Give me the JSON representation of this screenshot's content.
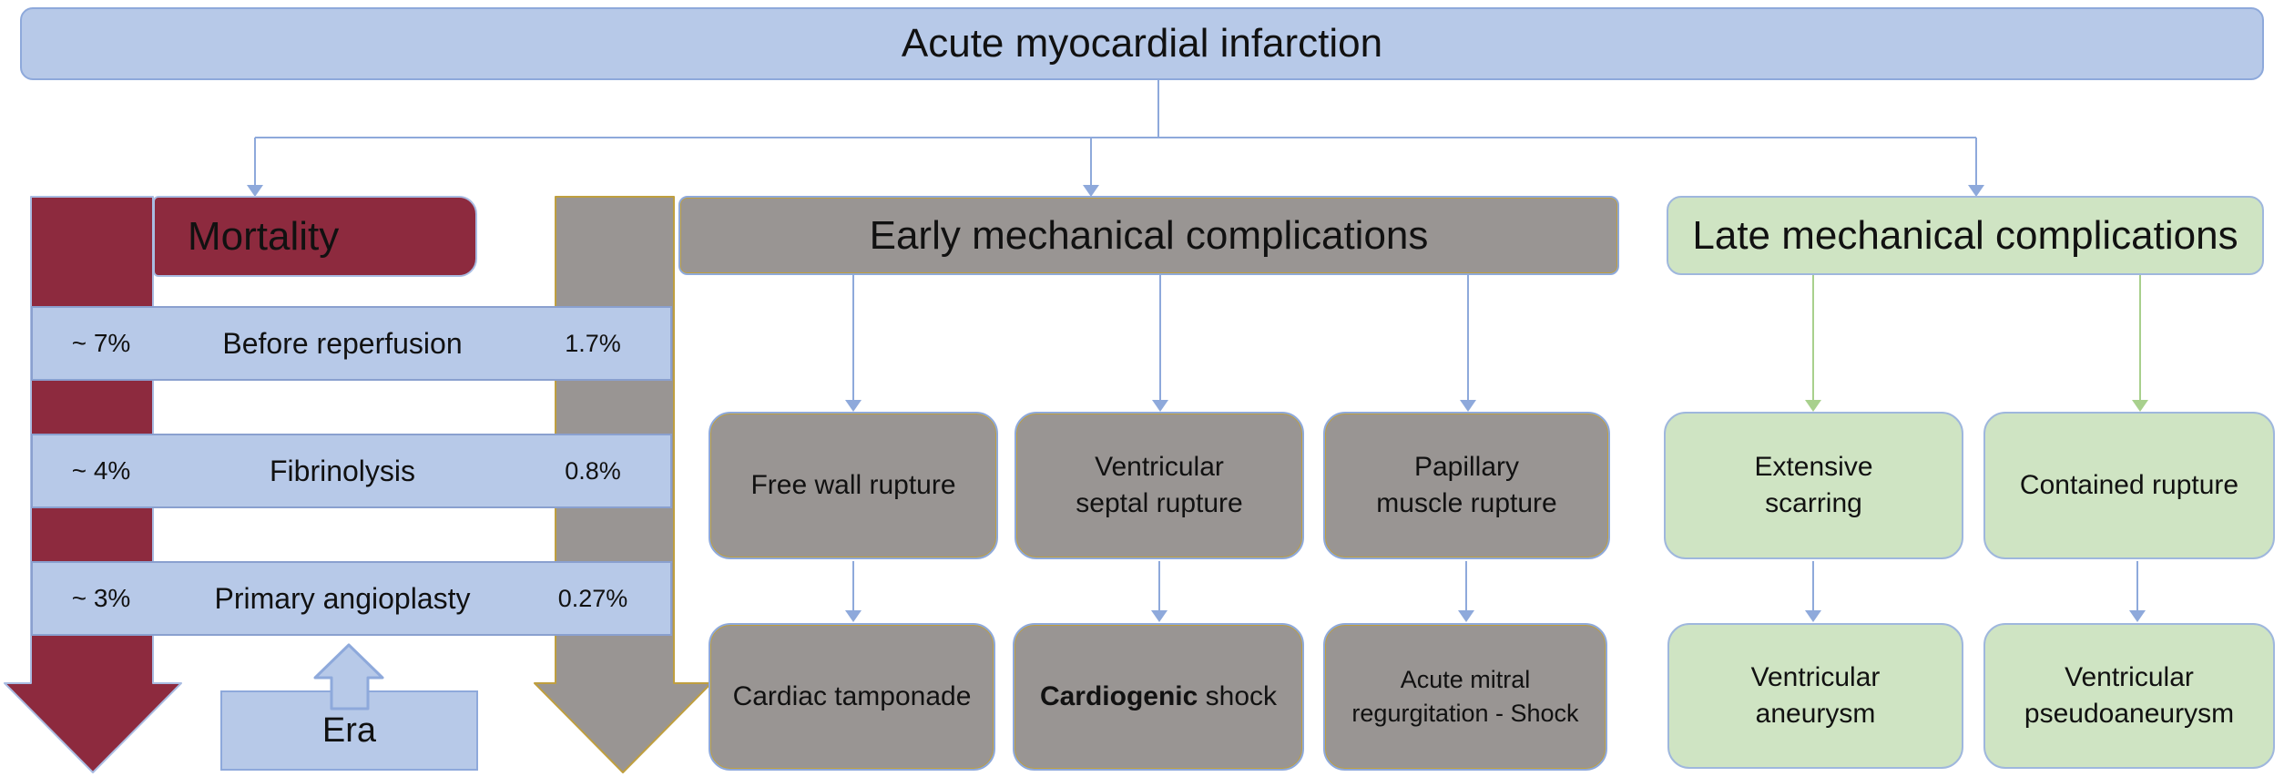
{
  "palette": {
    "blue-fill": "#b7c9e8",
    "blue-border": "#8ea9db",
    "line-blue": "#8ea9db",
    "red-fill": "#8d2a3e",
    "gray-fill": "#999593",
    "gold-line": "#bf9f3f",
    "green-fill": "#cfe4c3",
    "green-line": "#a8d08d",
    "text": "#111111"
  },
  "banner": {
    "title": "Acute myocardial infarction"
  },
  "mortality": {
    "header": "Mortality",
    "rows": [
      {
        "approx": "~ 7%",
        "label": "Before reperfusion",
        "value": "1.7%"
      },
      {
        "approx": "~ 4%",
        "label": "Fibrinolysis",
        "value": "0.8%"
      },
      {
        "approx": "~ 3%",
        "label": "Primary angioplasty",
        "value": "0.27%"
      }
    ],
    "era_label": "Era"
  },
  "early": {
    "header": "Early mechanical complications",
    "causes": [
      {
        "line1": "Free wall rupture"
      },
      {
        "line1": "Ventricular",
        "line2": "septal rupture"
      },
      {
        "line1": "Papillary",
        "line2": "muscle rupture"
      }
    ],
    "consequences": [
      {
        "line1": "Cardiac tamponade"
      },
      {
        "bold": "Cardiogenic",
        "rest": " shock"
      },
      {
        "line1": "Acute mitral",
        "line2": "regurgitation - Shock"
      }
    ]
  },
  "late": {
    "header": "Late mechanical complications",
    "causes": [
      {
        "line1": "Extensive",
        "line2": "scarring"
      },
      {
        "line1": "Contained rupture"
      }
    ],
    "consequences": [
      {
        "line1": "Ventricular",
        "line2": "aneurysm"
      },
      {
        "line1": "Ventricular",
        "line2": "pseudoaneurysm"
      }
    ]
  }
}
